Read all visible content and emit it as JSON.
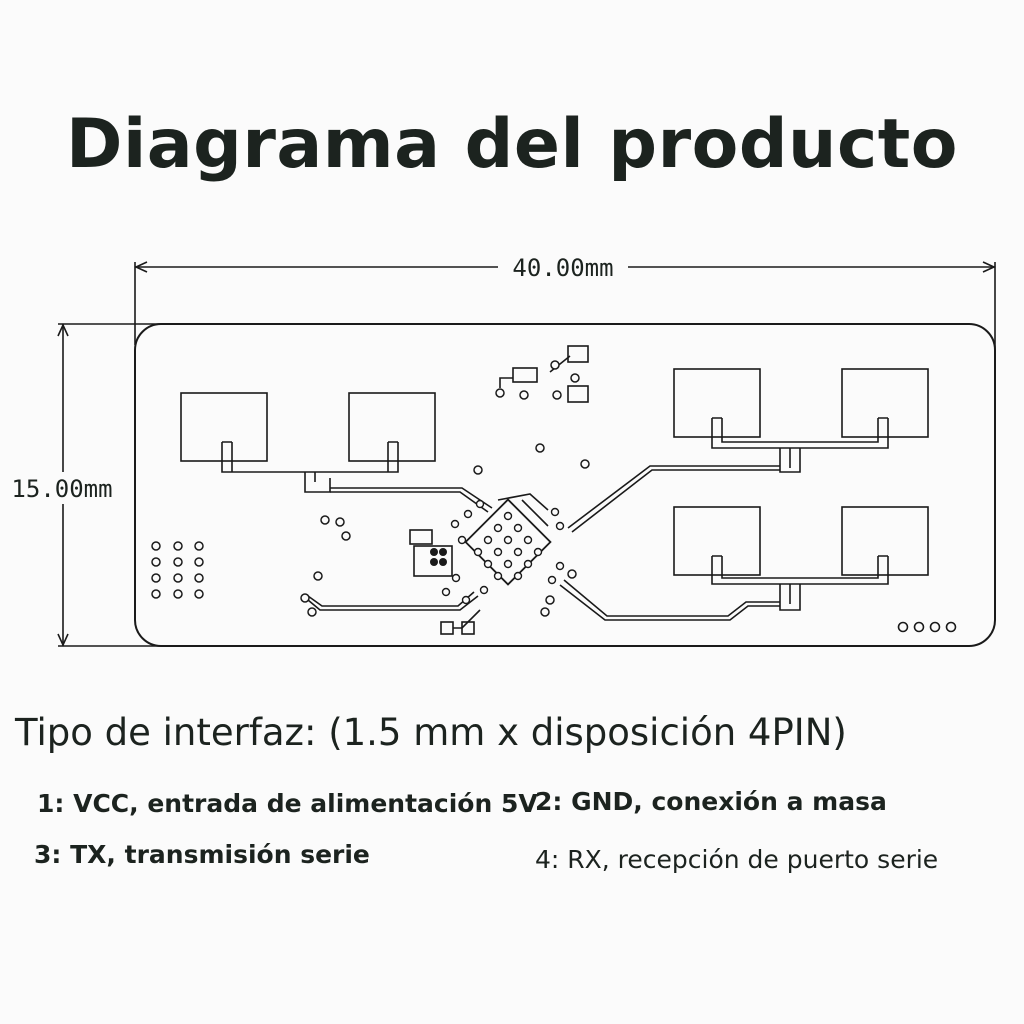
{
  "title": "Diagrama del producto",
  "dimensions": {
    "width_label": "40.00mm",
    "height_label": "15.00mm"
  },
  "interface": {
    "title": "Tipo de interfaz: (1.5 mm x disposición 4PIN)",
    "pins": [
      {
        "label": "1: VCC, entrada de alimentación 5V"
      },
      {
        "label": "2: GND, conexión a masa"
      },
      {
        "label": "3: TX, transmisión serie"
      },
      {
        "label": "4: RX, recepción de puerto serie"
      }
    ]
  },
  "colors": {
    "text": "#1c231f",
    "line": "#1a1a1a",
    "background": "#fbfbfb"
  }
}
